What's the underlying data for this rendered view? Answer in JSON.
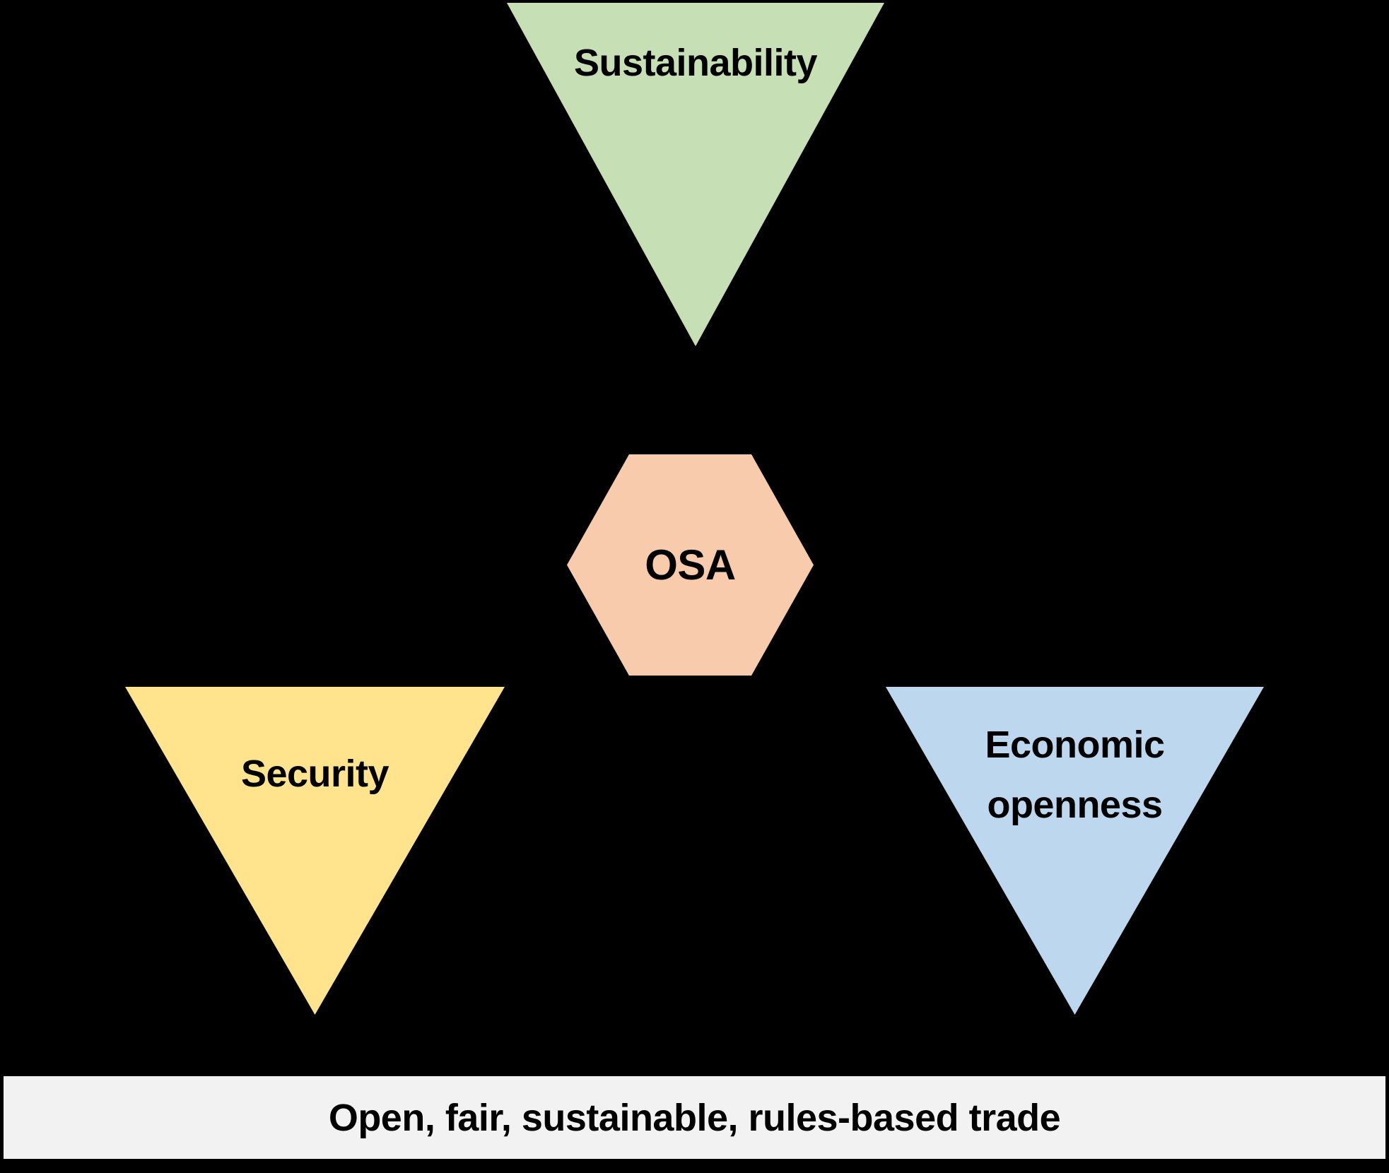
{
  "colors": {
    "background": "#000000",
    "text": "#000000",
    "sustainability_fill": "#C6DFB4",
    "security_fill": "#FFE48D",
    "economic_fill": "#BDD7EE",
    "osa_fill": "#F8CBAD",
    "banner_fill": "#F2F2F2"
  },
  "diagram": {
    "top_triangle": {
      "label": "Sustainability"
    },
    "center_hexagon": {
      "label": "OSA"
    },
    "left_triangle": {
      "label": "Security"
    },
    "right_triangle": {
      "label": "Economic openness"
    },
    "banner": {
      "label": "Open, fair, sustainable, rules-based trade"
    }
  }
}
